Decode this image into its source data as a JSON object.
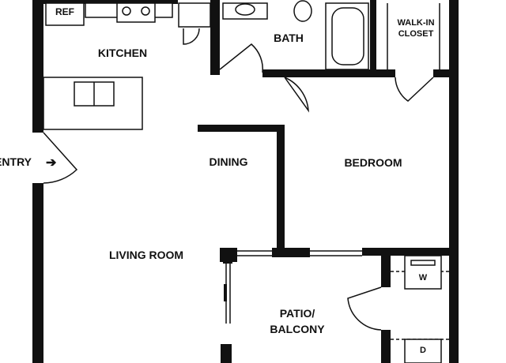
{
  "rooms": {
    "kitchen": "KITCHEN",
    "bath": "BATH",
    "closet_line1": "WALK-IN",
    "closet_line2": "CLOSET",
    "dining": "DINING",
    "bedroom": "BEDROOM",
    "living": "LIVING ROOM",
    "patio_line1": "PATIO/",
    "patio_line2": "BALCONY"
  },
  "fixtures": {
    "refrigerator": "REF",
    "washer": "W",
    "dryer": "D"
  },
  "entry": {
    "label": "ENTRY",
    "arrow": "➔"
  }
}
